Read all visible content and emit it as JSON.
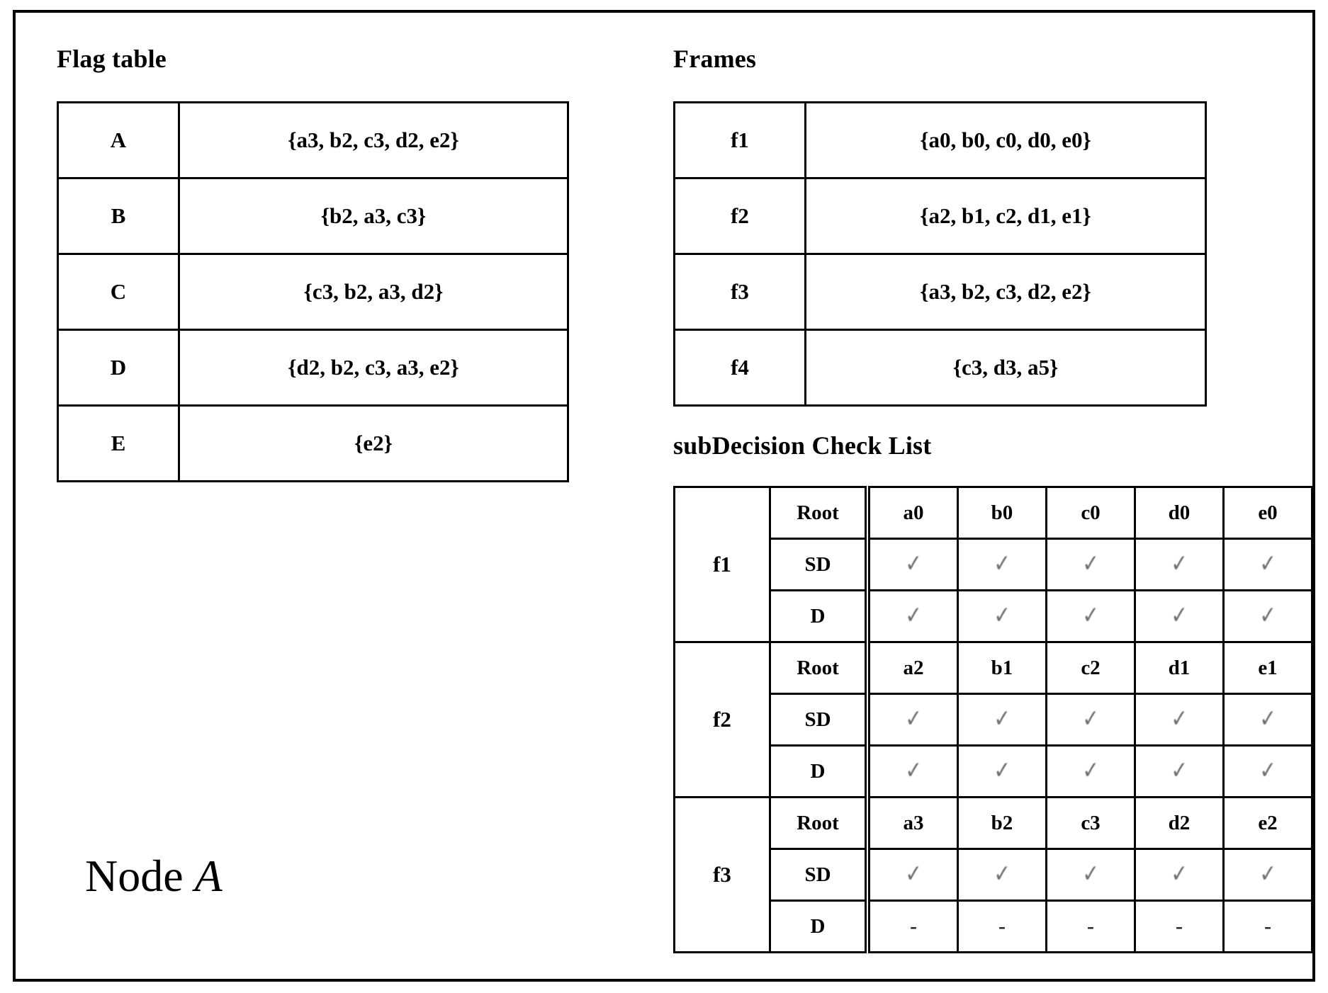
{
  "figure": {
    "node_label_prefix": "Node",
    "node_letter": "A"
  },
  "flag_table": {
    "title": "Flag table",
    "rows": [
      {
        "key": "A",
        "value": "{a3, b2, c3, d2, e2}"
      },
      {
        "key": "B",
        "value": "{b2, a3, c3}"
      },
      {
        "key": "C",
        "value": "{c3, b2, a3, d2}"
      },
      {
        "key": "D",
        "value": "{d2, b2, c3, a3, e2}"
      },
      {
        "key": "E",
        "value": "{e2}"
      }
    ]
  },
  "frames_table": {
    "title": "Frames",
    "rows": [
      {
        "key": "f1",
        "value": "{a0, b0, c0, d0, e0}"
      },
      {
        "key": "f2",
        "value": "{a2, b1, c2, d1, e1}"
      },
      {
        "key": "f3",
        "value": "{a3, b2, c3, d2, e2}"
      },
      {
        "key": "f4",
        "value": "{c3, d3, a5}"
      }
    ]
  },
  "subdecision_check_list": {
    "title": "subDecision Check List",
    "row_labels": {
      "root": "Root",
      "sd": "SD",
      "d": "D"
    },
    "check_glyph": "✓",
    "dash_glyph": "-",
    "groups": [
      {
        "frame": "f1",
        "root": [
          "a0",
          "b0",
          "c0",
          "d0",
          "e0"
        ],
        "sd": [
          "✓",
          "✓",
          "✓",
          "✓",
          "✓"
        ],
        "d": [
          "✓",
          "✓",
          "✓",
          "✓",
          "✓"
        ]
      },
      {
        "frame": "f2",
        "root": [
          "a2",
          "b1",
          "c2",
          "d1",
          "e1"
        ],
        "sd": [
          "✓",
          "✓",
          "✓",
          "✓",
          "✓"
        ],
        "d": [
          "✓",
          "✓",
          "✓",
          "✓",
          "✓"
        ]
      },
      {
        "frame": "f3",
        "root": [
          "a3",
          "b2",
          "c3",
          "d2",
          "e2"
        ],
        "sd": [
          "✓",
          "✓",
          "✓",
          "✓",
          "✓"
        ],
        "d": [
          "-",
          "-",
          "-",
          "-",
          "-"
        ]
      }
    ]
  },
  "colors": {
    "ink": "#000000",
    "paper": "#ffffff",
    "check_gray": "#6f6f6f"
  }
}
